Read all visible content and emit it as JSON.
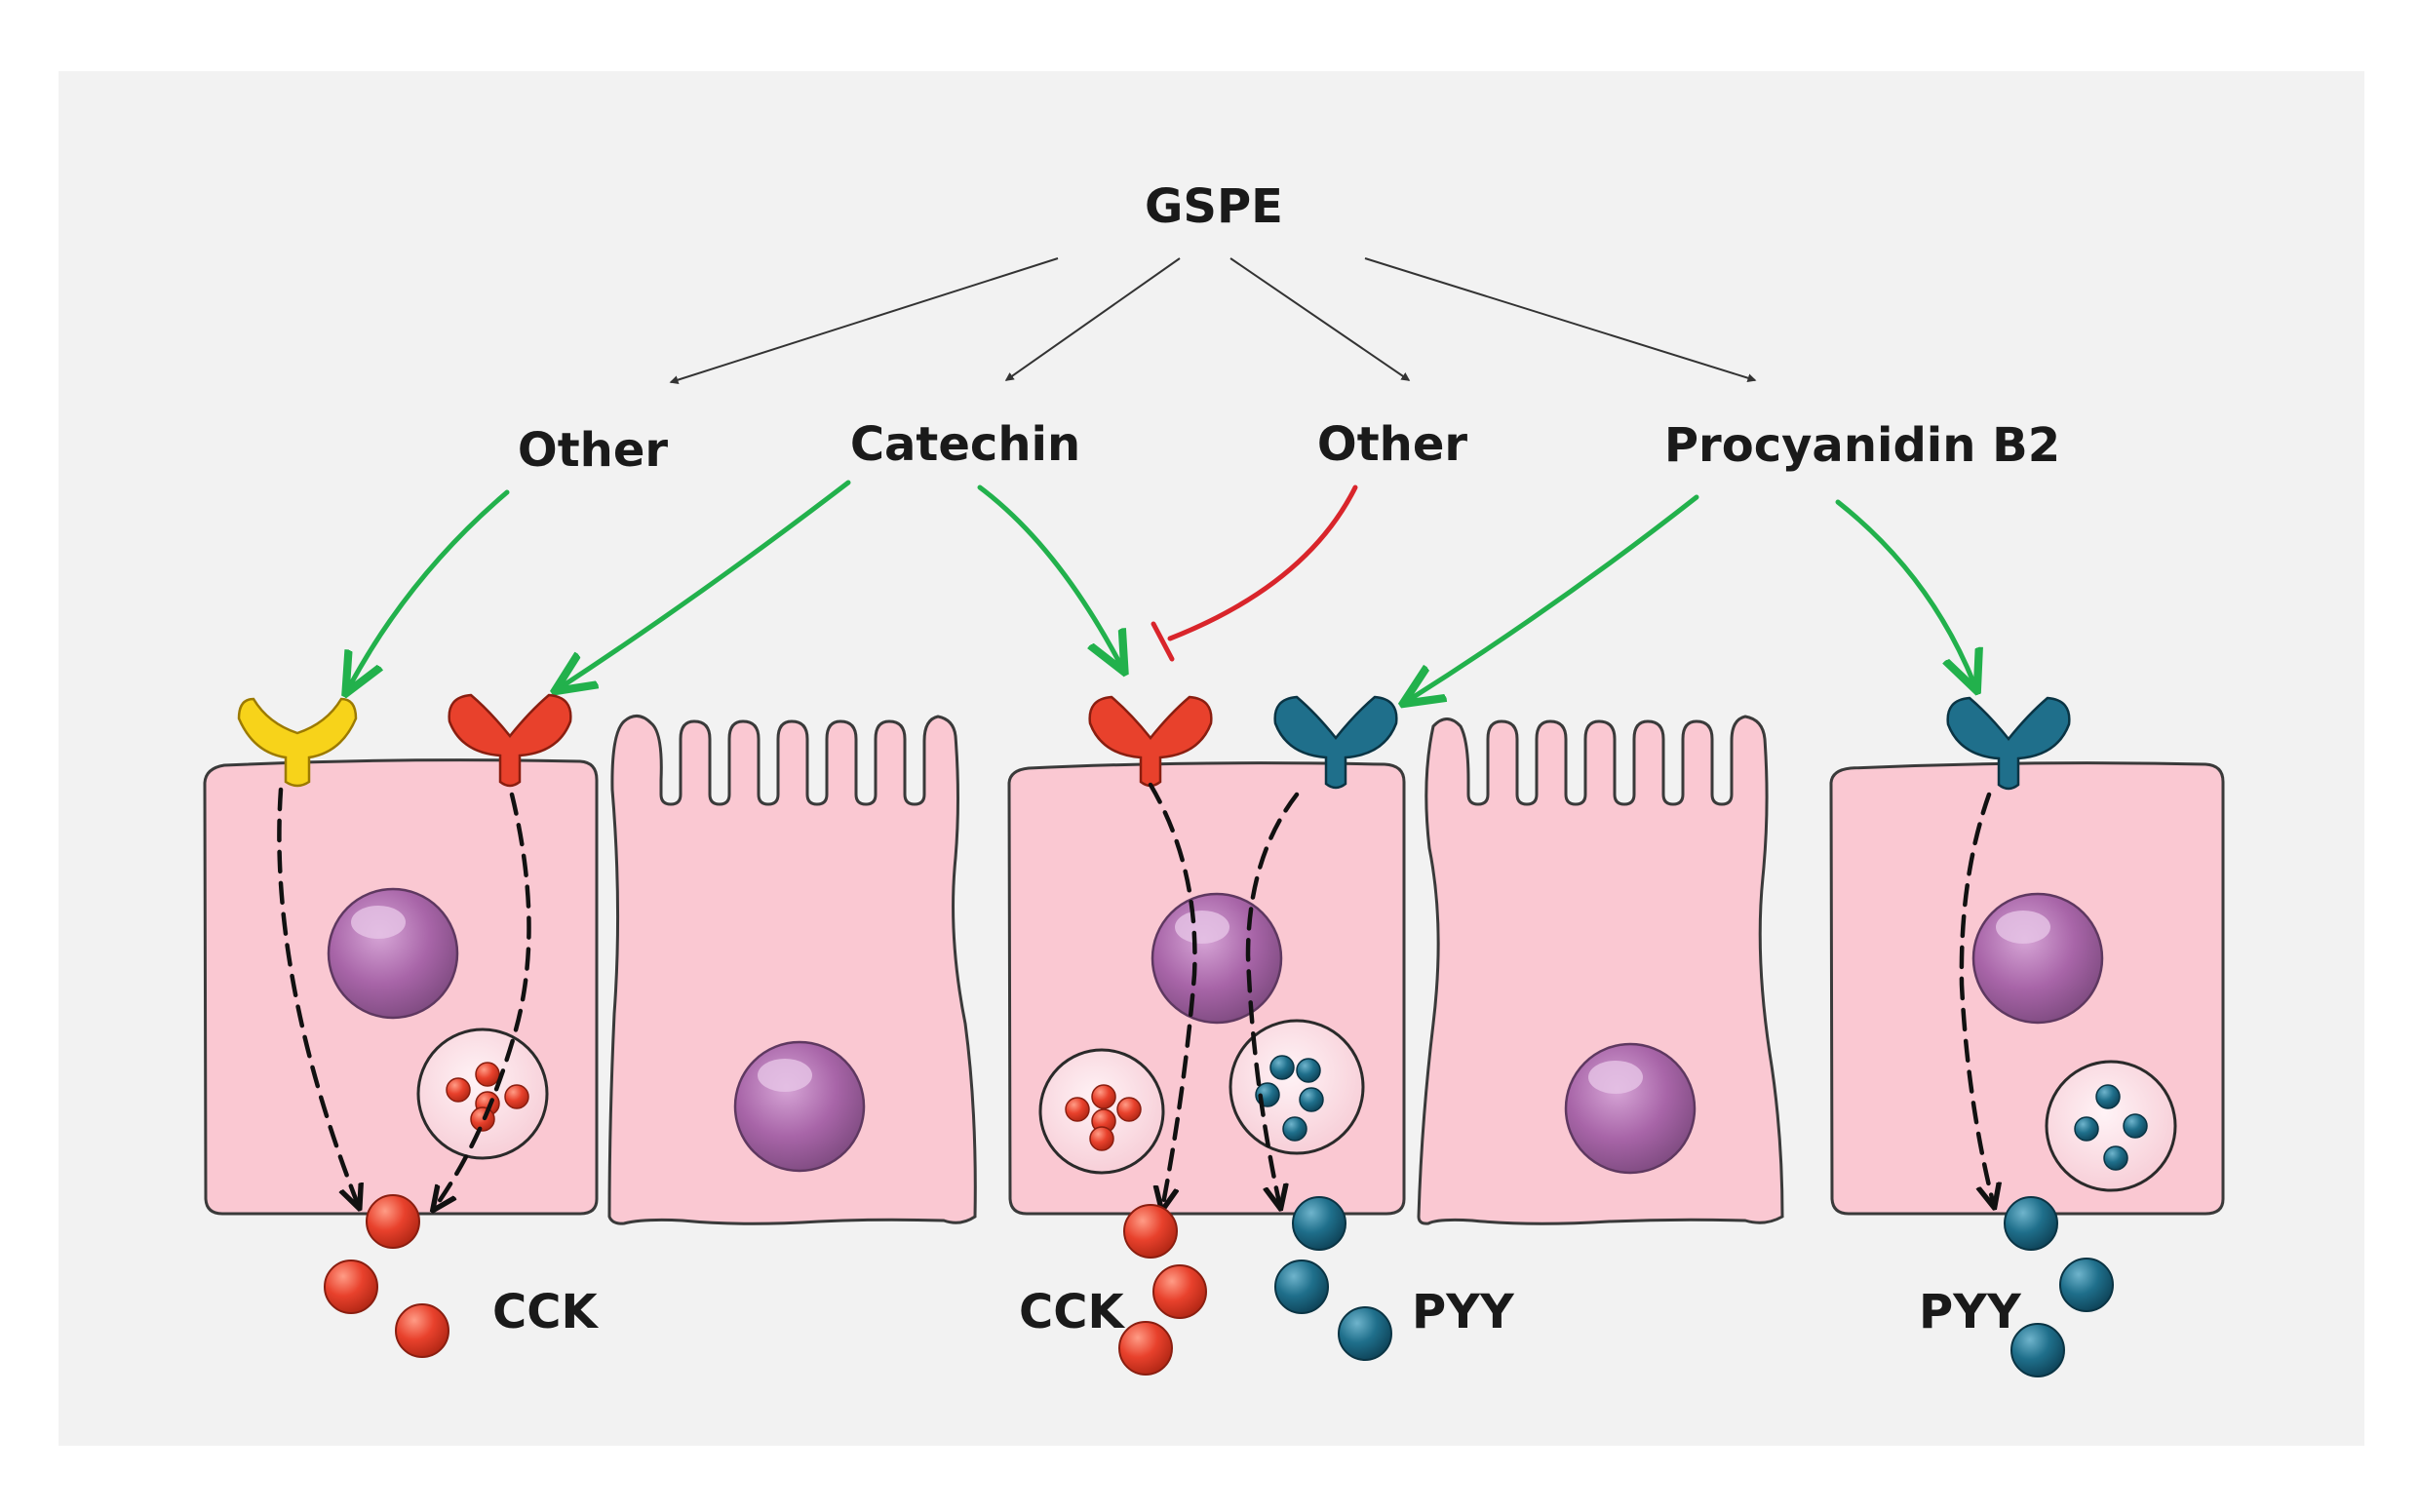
{
  "labels": {
    "root": "GSPE",
    "other_left": "Other",
    "catechin": "Catechin",
    "other_right": "Other",
    "procyanidin": "Procyanidin B2",
    "cck_left": "CCK",
    "cck_middle": "CCK",
    "pyy_middle": "PYY",
    "pyy_right": "PYY"
  },
  "colors": {
    "background": "#f2f2f2",
    "cell_fill": "#fac8d2",
    "cell_stroke": "#3a3a3a",
    "nucleus": "#a865a8",
    "receptor_yellow": "#f7d31a",
    "receptor_red": "#e8412c",
    "receptor_teal": "#1f6f8b",
    "cck_granule": "#e8412c",
    "pyy_granule": "#1f6f8b",
    "activation_arrow": "#22b14c",
    "inhibition_arrow": "#d9252b",
    "thin_arrow": "#333333"
  }
}
